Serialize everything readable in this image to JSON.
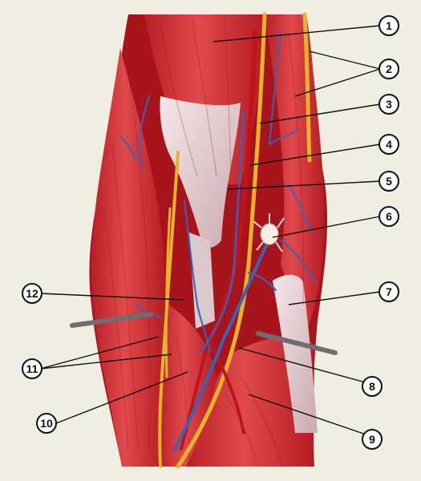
{
  "diagram": {
    "background_color": "#efeee2",
    "muscle_color": "#d8363a",
    "muscle_dark_color": "#a8141c",
    "tendon_color": "#e8d6d8",
    "nerve_color": "#e4b32a",
    "vein_color": "#3a63b8",
    "artery_color": "#c0141a",
    "leader_color": "#111111",
    "callouts": [
      {
        "id": "1",
        "label": "1"
      },
      {
        "id": "2",
        "label": "2"
      },
      {
        "id": "3",
        "label": "3"
      },
      {
        "id": "4",
        "label": "4"
      },
      {
        "id": "5",
        "label": "5"
      },
      {
        "id": "6",
        "label": "6"
      },
      {
        "id": "7",
        "label": "7"
      },
      {
        "id": "8",
        "label": "8"
      },
      {
        "id": "9",
        "label": "9"
      },
      {
        "id": "10",
        "label": "10"
      },
      {
        "id": "11",
        "label": "11"
      },
      {
        "id": "12",
        "label": "12"
      }
    ]
  }
}
